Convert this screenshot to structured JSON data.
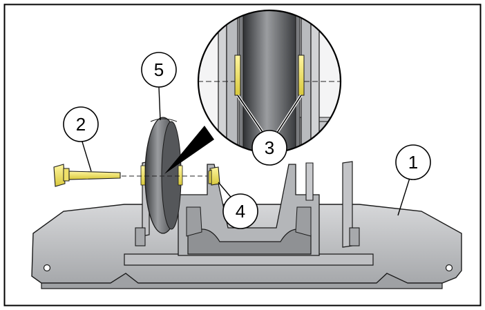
{
  "callouts": {
    "bracket": "1",
    "bolt": "2",
    "washers": "3",
    "nut": "4",
    "roller": "5"
  },
  "colors": {
    "steel_light": "#cfd0d2",
    "steel_mid": "#a9abae",
    "steel_dark": "#6d6f72",
    "hardware_yellow": "#f2e56b",
    "outline": "#1a1a1a"
  }
}
